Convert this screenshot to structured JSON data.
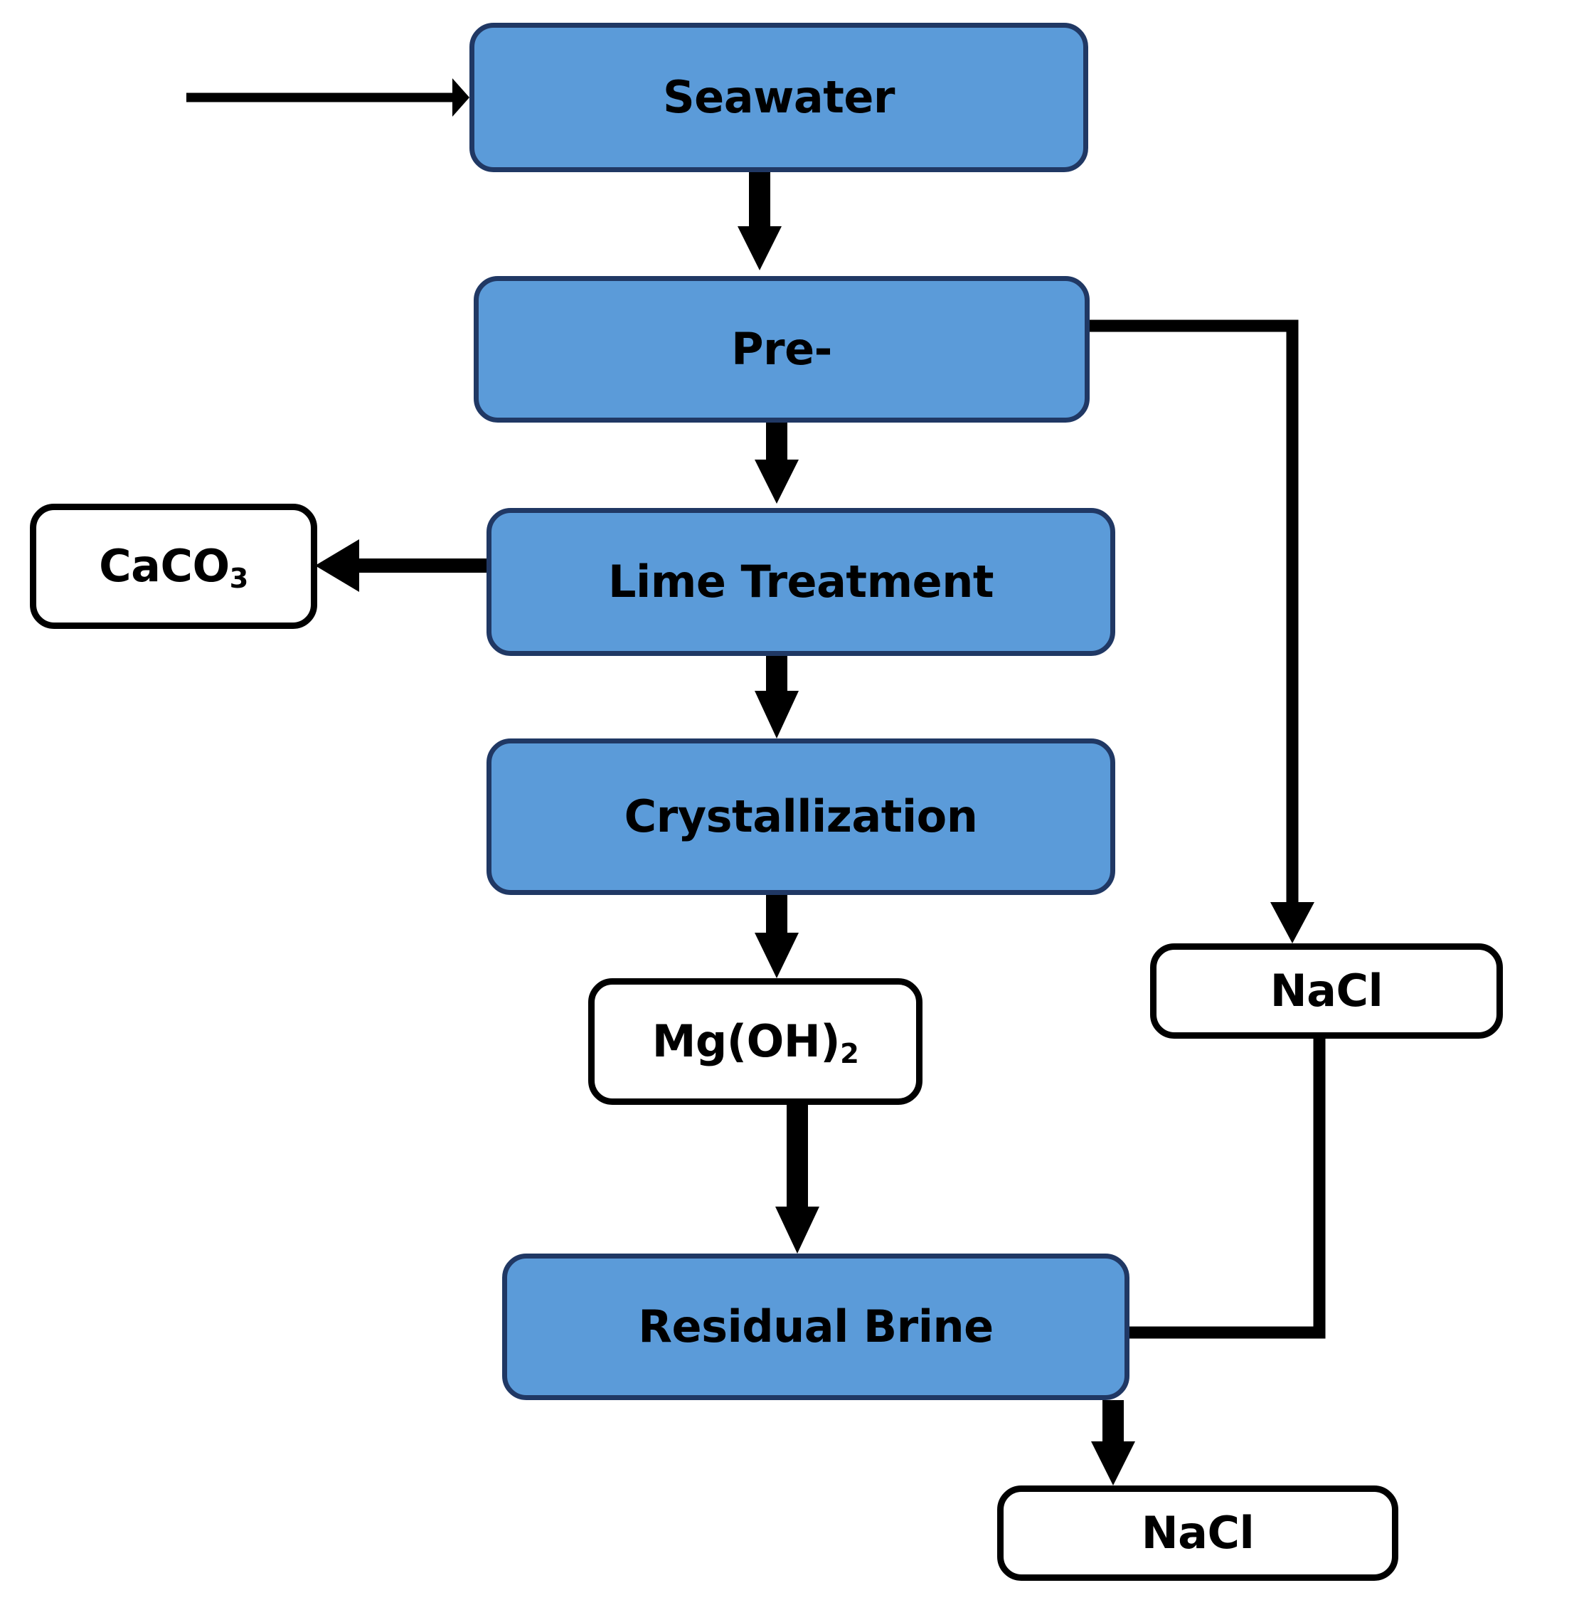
{
  "diagram": {
    "title": "Seawater brine processing flow diagram",
    "colors": {
      "process_fill": "#5B9BD9",
      "process_border": "#203864",
      "product_fill": "#FFFFFF",
      "product_border": "#000000",
      "connector": "#000000",
      "background": "#FFFFFF"
    },
    "nodes": {
      "seawater": {
        "label": "Seawater",
        "type": "process"
      },
      "pre": {
        "label": "Pre-",
        "type": "process"
      },
      "lime_treatment": {
        "label": "Lime Treatment",
        "type": "process"
      },
      "crystallization": {
        "label": "Crystallization",
        "type": "process"
      },
      "residual_brine": {
        "label": "Residual Brine",
        "type": "process"
      },
      "caco3": {
        "label_main": "CaCO",
        "label_sub": "3",
        "type": "product"
      },
      "mgoh2": {
        "label_main": "Mg(OH)",
        "label_sub": "2",
        "type": "product"
      },
      "nacl_right": {
        "label": "NaCl",
        "type": "product"
      },
      "nacl_bottom": {
        "label": "NaCl",
        "type": "product"
      }
    },
    "edges": [
      {
        "id": "feed-in",
        "from": "external",
        "to": "seawater",
        "style": "thin-arrow",
        "direction": "right"
      },
      {
        "id": "seawater-to-pre",
        "from": "seawater",
        "to": "pre",
        "style": "thick-arrow",
        "direction": "down"
      },
      {
        "id": "pre-to-lime",
        "from": "pre",
        "to": "lime_treatment",
        "style": "thick-arrow",
        "direction": "down"
      },
      {
        "id": "lime-to-caco3",
        "from": "lime_treatment",
        "to": "caco3",
        "style": "thick-arrow",
        "direction": "left"
      },
      {
        "id": "lime-to-crystallization",
        "from": "lime_treatment",
        "to": "crystallization",
        "style": "thick-arrow",
        "direction": "down"
      },
      {
        "id": "crystallization-to-mgoh2",
        "from": "crystallization",
        "to": "mgoh2",
        "style": "thick-arrow",
        "direction": "down"
      },
      {
        "id": "mgoh2-to-brine",
        "from": "mgoh2",
        "to": "residual_brine",
        "style": "thick-arrow",
        "direction": "down"
      },
      {
        "id": "pre-to-nacl-right",
        "from": "pre",
        "to": "nacl_right",
        "style": "elbow-arrow",
        "direction": "right-down"
      },
      {
        "id": "brine-to-nacl-right",
        "from": "residual_brine",
        "to": "nacl_right",
        "style": "elbow-plain",
        "direction": "right-up"
      },
      {
        "id": "brine-to-nacl-bottom",
        "from": "residual_brine",
        "to": "nacl_bottom",
        "style": "thick-arrow",
        "direction": "down"
      }
    ]
  }
}
